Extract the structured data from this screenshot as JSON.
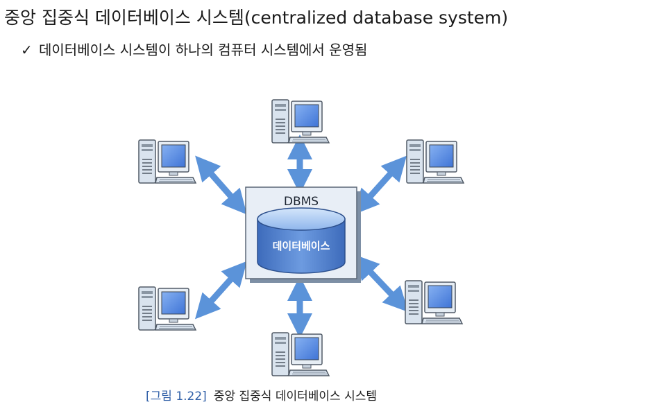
{
  "title": "중앙 집중식 데이터베이스 시스템(centralized database system)",
  "bullet": {
    "icon": "check-icon",
    "text": "데이터베이스 시스템이 하나의 컴퓨터 시스템에서 운영됨"
  },
  "diagram": {
    "server_label": "DBMS",
    "database_label": "데이터베이스",
    "node_icon": "computer-icon",
    "node_count": 6,
    "colors": {
      "server_bg": "#e8eef6",
      "cylinder_fill": "#4a79c6",
      "cylinder_top": "#9ec2f0",
      "arrow": "#5b93d9",
      "monitor_screen": "#5b8fe6"
    }
  },
  "caption": {
    "figure": "[그림 1.22]",
    "text": "중앙 집중식 데이터베이스 시스템"
  }
}
